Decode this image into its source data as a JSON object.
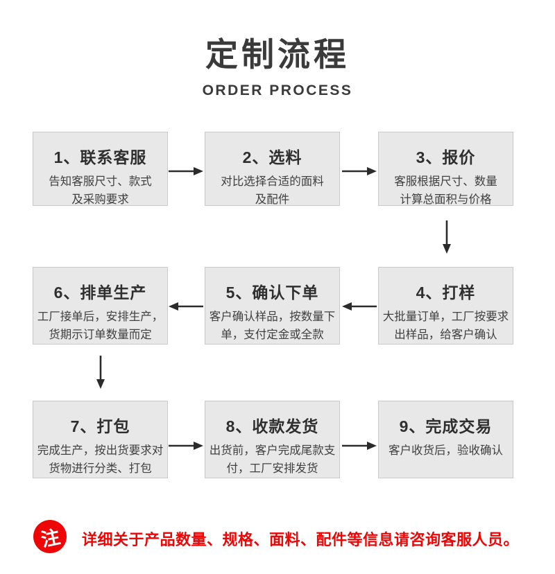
{
  "header": {
    "title": "定制流程",
    "subtitle": "ORDER PROCESS"
  },
  "flow": {
    "steps": [
      {
        "title": "1、联系客服",
        "line1": "告知客服尺寸、款式",
        "line2": "及采购要求"
      },
      {
        "title": "2、选料",
        "line1": "对比选择合适的面料",
        "line2": "及配件"
      },
      {
        "title": "3、报价",
        "line1": "客服根据尺寸、数量",
        "line2": "计算总面积与价格"
      },
      {
        "title": "4、打样",
        "line1": "大批量订单，工厂按要求",
        "line2": "出样品，给客户确认"
      },
      {
        "title": "5、确认下单",
        "line1": "客户确认样品，按数量下",
        "line2": "单，支付定金或全款"
      },
      {
        "title": "6、排单生产",
        "line1": "工厂接单后，安排生产，",
        "line2": "货期示订单数量而定"
      },
      {
        "title": "7、打包",
        "line1": "完成生产，按出货要求对",
        "line2": "货物进行分类、打包"
      },
      {
        "title": "8、收款发货",
        "line1": "出货前，客户完成尾款支",
        "line2": "付，工厂安排发货"
      },
      {
        "title": "9、完成交易",
        "line1": "客户收货后，验收确认"
      }
    ]
  },
  "note": {
    "badge": "注",
    "text": "详细关于产品数量、规格、面料、配件等信息请咨询客服人员。"
  },
  "colors": {
    "box_bg": "#e8e8e8",
    "box_border": "#c9c9c9",
    "text_dark": "#3a3a3a",
    "arrow": "#2b2b2b",
    "note_red": "#ee0505"
  }
}
